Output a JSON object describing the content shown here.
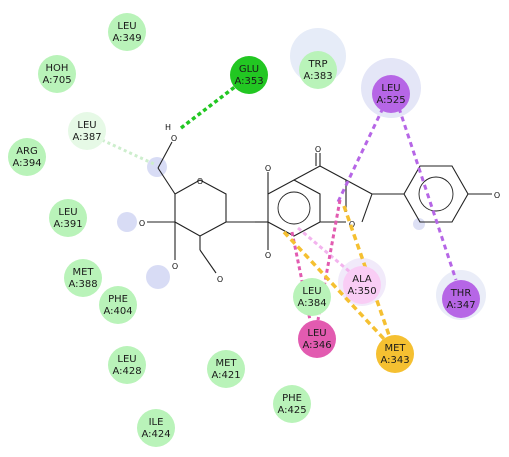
{
  "residues": [
    {
      "id": "leu-349",
      "line1": "LEU",
      "line2": "A:349",
      "type": "vdw"
    },
    {
      "id": "hoh-705",
      "line1": "HOH",
      "line2": "A:705",
      "type": "vdw"
    },
    {
      "id": "leu-387",
      "line1": "LEU",
      "line2": "A:387",
      "type": "ch"
    },
    {
      "id": "arg-394",
      "line1": "ARG",
      "line2": "A:394",
      "type": "vdw"
    },
    {
      "id": "leu-391",
      "line1": "LEU",
      "line2": "A:391",
      "type": "vdw"
    },
    {
      "id": "met-388",
      "line1": "MET",
      "line2": "A:388",
      "type": "vdw"
    },
    {
      "id": "phe-404",
      "line1": "PHE",
      "line2": "A:404",
      "type": "vdw"
    },
    {
      "id": "leu-428",
      "line1": "LEU",
      "line2": "A:428",
      "type": "vdw"
    },
    {
      "id": "met-421",
      "line1": "MET",
      "line2": "A:421",
      "type": "vdw"
    },
    {
      "id": "ile-424",
      "line1": "ILE",
      "line2": "A:424",
      "type": "vdw"
    },
    {
      "id": "phe-425",
      "line1": "PHE",
      "line2": "A:425",
      "type": "vdw"
    },
    {
      "id": "glu-353",
      "line1": "GLU",
      "line2": "A:353",
      "type": "hbond"
    },
    {
      "id": "trp-383",
      "line1": "TRP",
      "line2": "A:383",
      "type": "vdw"
    },
    {
      "id": "leu-525",
      "line1": "LEU",
      "line2": "A:525",
      "type": "alkyl"
    },
    {
      "id": "thr-347",
      "line1": "THR",
      "line2": "A:347",
      "type": "alkyl"
    },
    {
      "id": "ala-350",
      "line1": "ALA",
      "line2": "A:350",
      "type": "pialkyl"
    },
    {
      "id": "leu-384",
      "line1": "LEU",
      "line2": "A:384",
      "type": "vdw"
    },
    {
      "id": "leu-346",
      "line1": "LEU",
      "line2": "A:346",
      "type": "pisigma"
    },
    {
      "id": "met-343",
      "line1": "MET",
      "line2": "A:343",
      "type": "pisulfur"
    }
  ],
  "atoms": {
    "hydroxyl_h": "H",
    "oxygen": "O"
  },
  "interaction_colors": {
    "vdw": "#b2f2b2",
    "ch": "#e3f7e3",
    "hbond": "#22c722",
    "alkyl": "#b666e6",
    "pialkyl": "#f7c5f2",
    "pisigma": "#e25bb0",
    "pisulfur": "#f5c031"
  }
}
